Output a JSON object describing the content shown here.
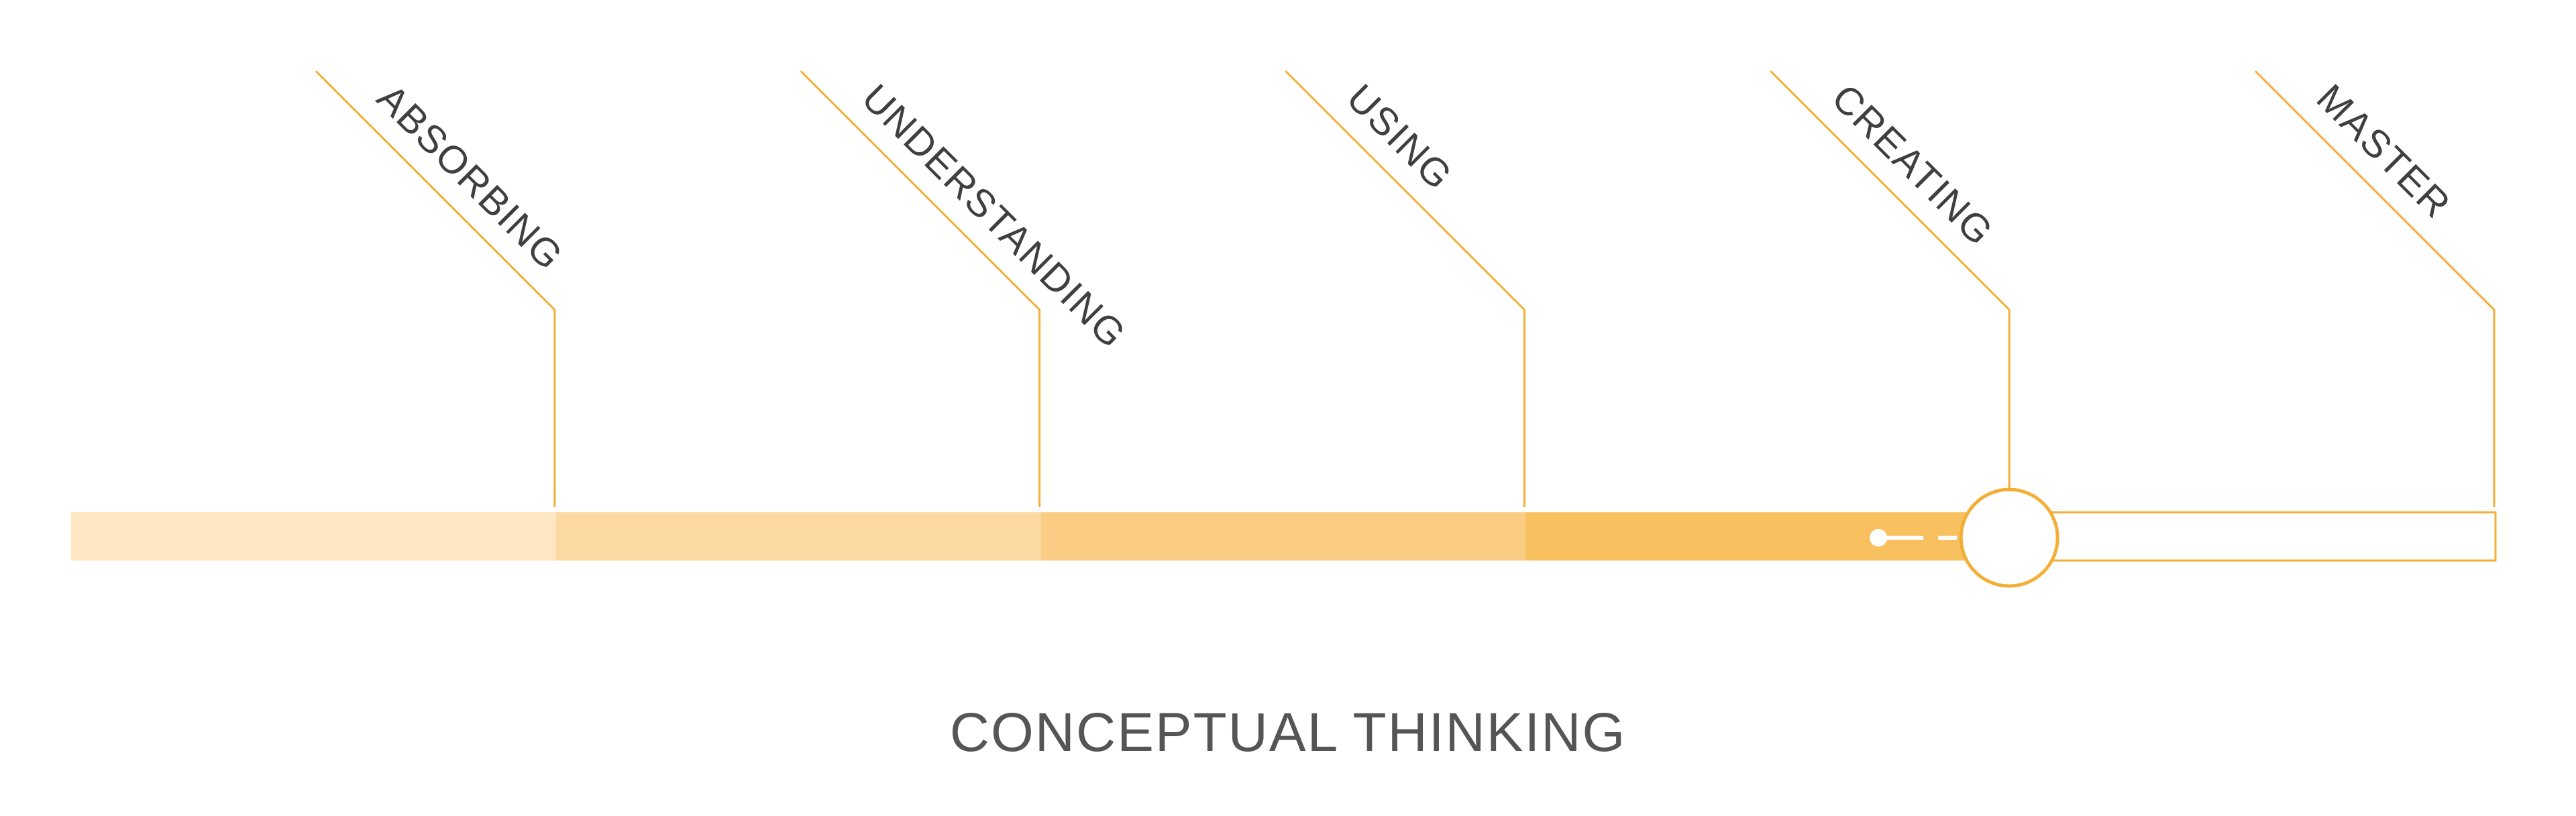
{
  "title": "CONCEPTUAL THINKING",
  "stages": [
    {
      "label": "ABSORBING",
      "color": "#FDE6C1"
    },
    {
      "label": "UNDERSTANDING",
      "color": "#FCD9A2"
    },
    {
      "label": "USING",
      "color": "#FACC84"
    },
    {
      "label": "CREATING",
      "color": "#F8C05F"
    },
    {
      "label": "MASTER",
      "color": "#FFFFFF"
    }
  ],
  "progress": {
    "current_stage": "CREATING",
    "filled_fraction": 0.8
  },
  "colors": {
    "accent": "#F3AE36",
    "label_text": "#3F3F3F",
    "title_text": "#555555"
  },
  "icons": {
    "progress_marker": "circle-marker-icon",
    "slider_tail": "dot-line-icon"
  }
}
